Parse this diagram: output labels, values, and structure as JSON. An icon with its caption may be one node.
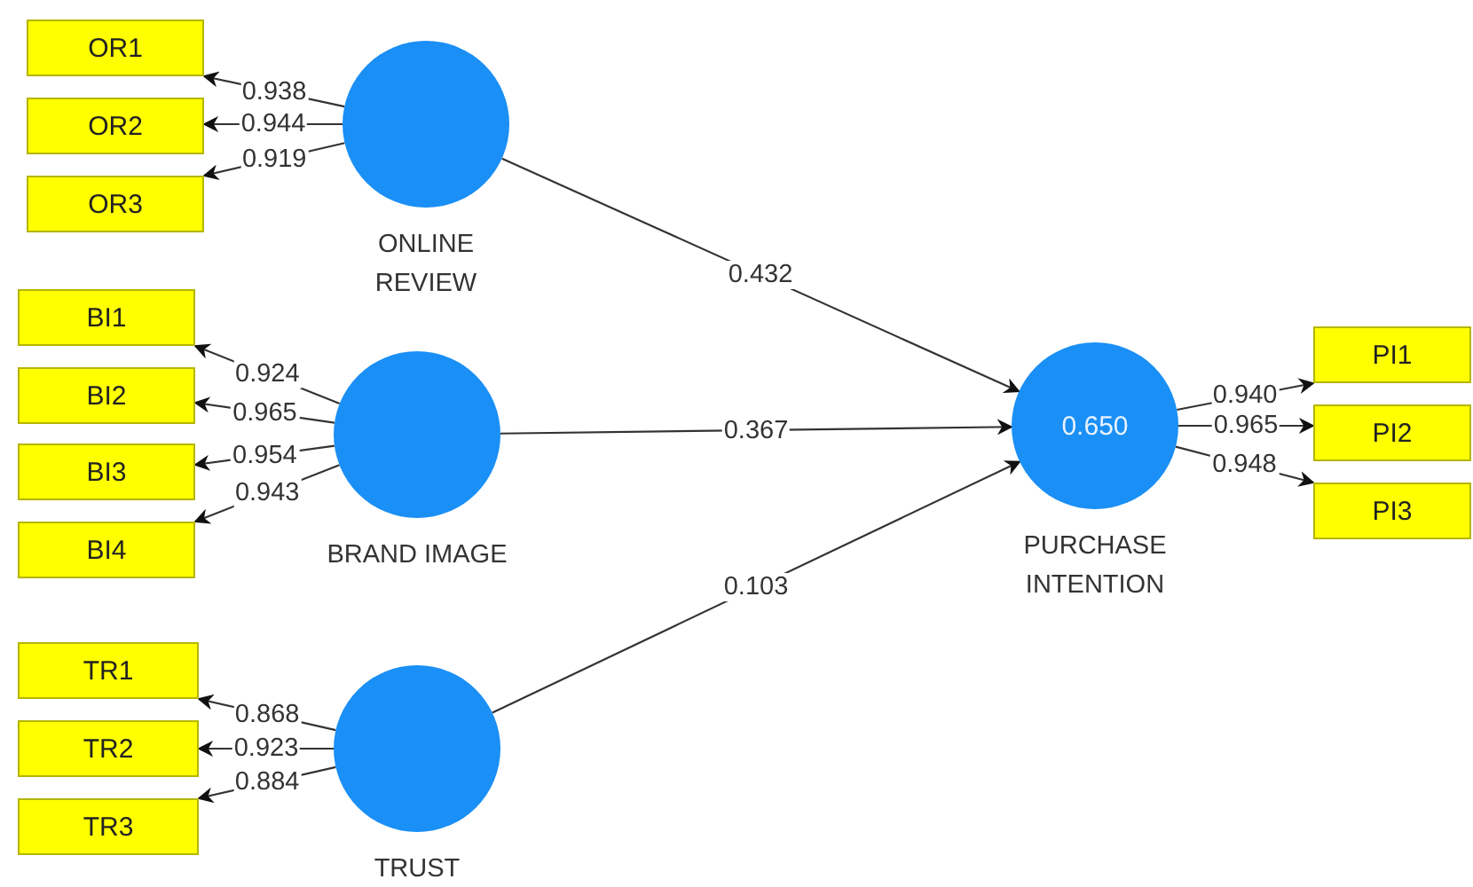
{
  "diagram": {
    "nodes": [
      {
        "text": [
          "OR1"
        ]
      },
      {
        "text": [
          "OR2"
        ]
      },
      {
        "text": [
          "OR3"
        ]
      },
      {
        "text": [
          "ONLINE REVIEW"
        ]
      },
      {
        "text": [
          "BI1"
        ]
      },
      {
        "text": [
          "BI2"
        ]
      },
      {
        "text": [
          "BI3"
        ]
      },
      {
        "text": [
          "BI4"
        ]
      },
      {
        "text": [
          "BRAND IMAGE"
        ]
      },
      {
        "text": [
          "TR1"
        ]
      },
      {
        "text": [
          "TR2"
        ]
      },
      {
        "text": [
          "TR3"
        ]
      },
      {
        "text": [
          "TRUST"
        ]
      },
      {
        "text": [
          "0.650",
          "PURCHASE INTENTION"
        ]
      },
      {
        "text": [
          "PI1"
        ]
      },
      {
        "text": [
          "PI2"
        ]
      },
      {
        "text": [
          "PI3"
        ]
      }
    ],
    "edges": [
      {
        "from": 3,
        "to": 0,
        "arrow": "to",
        "label": "0.938"
      },
      {
        "from": 3,
        "to": 1,
        "arrow": "to",
        "label": "0.944"
      },
      {
        "from": 3,
        "to": 2,
        "arrow": "to",
        "label": "0.919"
      },
      {
        "from": 8,
        "to": 4,
        "arrow": "to",
        "label": "0.924"
      },
      {
        "from": 8,
        "to": 5,
        "arrow": "to",
        "label": "0.965"
      },
      {
        "from": 8,
        "to": 6,
        "arrow": "to",
        "label": "0.954"
      },
      {
        "from": 8,
        "to": 7,
        "arrow": "to",
        "label": "0.943"
      },
      {
        "from": 12,
        "to": 9,
        "arrow": "to",
        "label": "0.868"
      },
      {
        "from": 12,
        "to": 10,
        "arrow": "to",
        "label": "0.923"
      },
      {
        "from": 12,
        "to": 11,
        "arrow": "to",
        "label": "0.884"
      },
      {
        "from": 3,
        "to": 13,
        "arrow": "to",
        "label": "0.432"
      },
      {
        "from": 8,
        "to": 13,
        "arrow": "to",
        "label": "0.367"
      },
      {
        "from": 12,
        "to": 13,
        "arrow": "to",
        "label": "0.103"
      },
      {
        "from": 13,
        "to": 14,
        "arrow": "to",
        "label": "0.940"
      },
      {
        "from": 13,
        "to": 15,
        "arrow": "to",
        "label": "0.965"
      },
      {
        "from": 13,
        "to": 16,
        "arrow": "to",
        "label": "0.948"
      }
    ]
  }
}
